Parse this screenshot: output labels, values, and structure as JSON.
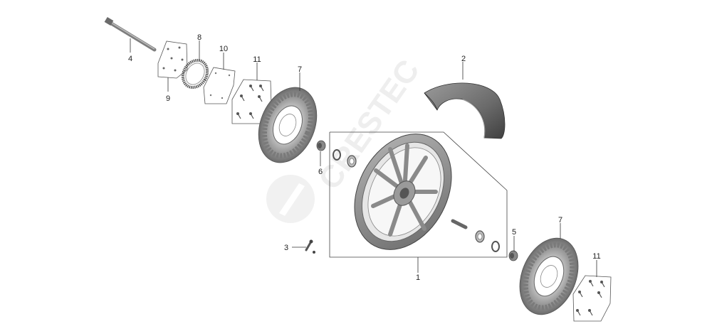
{
  "parts": [
    {
      "id": "p1",
      "number": "1"
    },
    {
      "id": "p2",
      "number": "2"
    },
    {
      "id": "p3",
      "number": "3"
    },
    {
      "id": "p4",
      "number": "4"
    },
    {
      "id": "p5",
      "number": "5"
    },
    {
      "id": "p6",
      "number": "6"
    },
    {
      "id": "p7a",
      "number": "7"
    },
    {
      "id": "p7b",
      "number": "7"
    },
    {
      "id": "p8",
      "number": "8"
    },
    {
      "id": "p9",
      "number": "9"
    },
    {
      "id": "p10",
      "number": "10"
    },
    {
      "id": "p11a",
      "number": "11"
    },
    {
      "id": "p11b",
      "number": "11"
    }
  ],
  "watermark": {
    "text": "CRESTEC",
    "color": "#e6e6e6"
  },
  "colors": {
    "metal": "#8f8f8f",
    "metal_dark": "#5e5e5e",
    "tire": "#6f6f6f",
    "disc": "#7a7a7a"
  }
}
